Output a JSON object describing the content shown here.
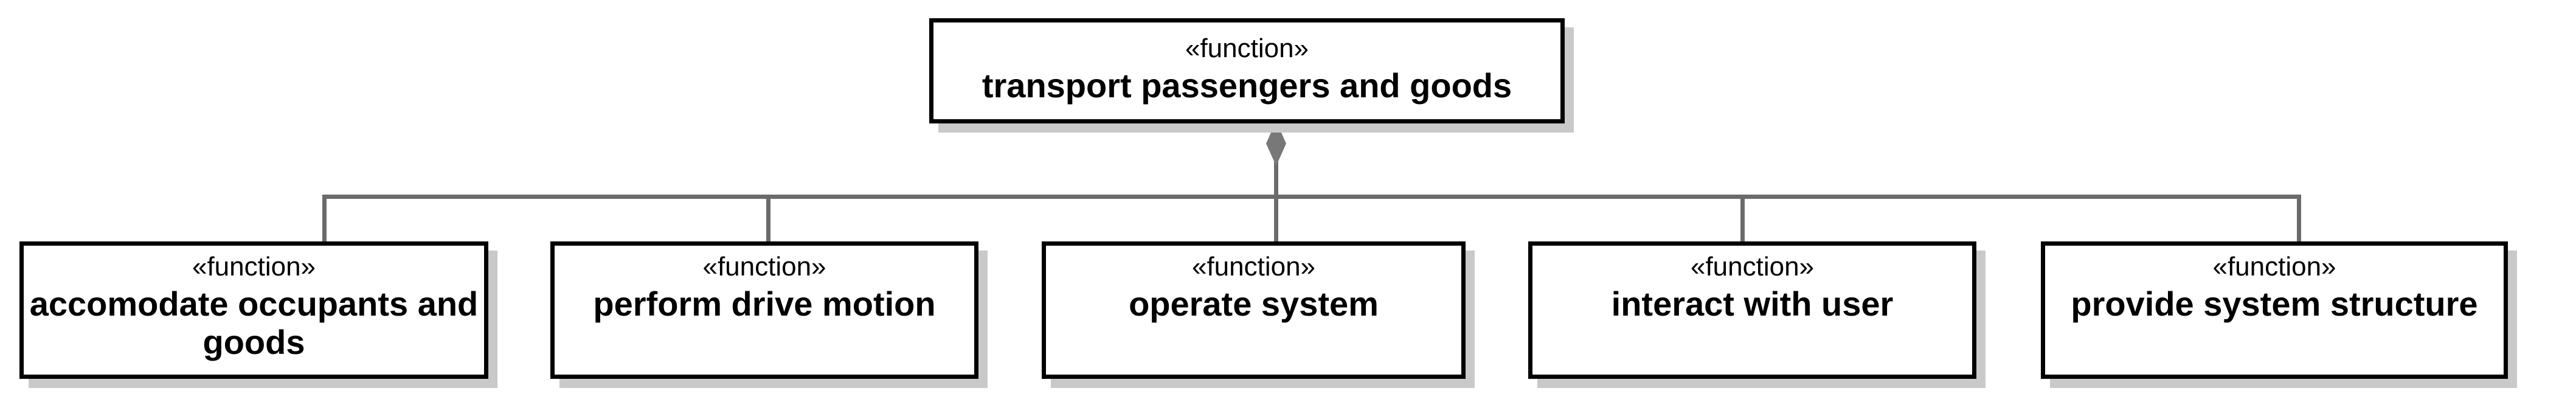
{
  "diagram": {
    "type": "function-decomposition-tree",
    "stereotype": "«function»",
    "relationship": "composition",
    "root": {
      "name": "transport passengers and goods"
    },
    "children": [
      {
        "name": "accomodate occupants and goods"
      },
      {
        "name": "perform drive motion"
      },
      {
        "name": "operate system"
      },
      {
        "name": "interact with user"
      },
      {
        "name": "provide system structure"
      }
    ],
    "colors": {
      "node_border": "#000000",
      "node_fill": "#ffffff",
      "node_shadow": "#c9c9c9",
      "connector_line": "#6b6b6b",
      "diamond_fill": "#787878",
      "text": "#000000",
      "background": "#ffffff"
    }
  }
}
